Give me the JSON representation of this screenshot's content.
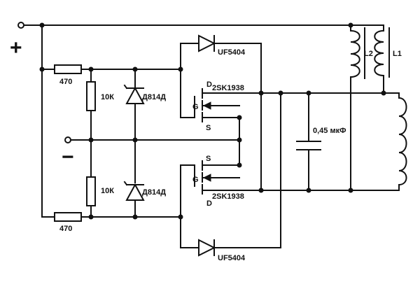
{
  "labels": {
    "plus": "+",
    "minus": "−",
    "r_top": "470",
    "r_bottom": "470",
    "rv_top": "10К",
    "rv_bottom": "10К",
    "zener_top": "Д814Д",
    "zener_bottom": "Д814Д",
    "diode_top": "UF5404",
    "diode_bottom": "UF5404",
    "mosfet_top": "2SK1938",
    "mosfet_bottom": "2SK1938",
    "cap": "0,45 мкФ",
    "l1": "L1",
    "l2": "L2",
    "pin_d_top": "D",
    "pin_g_top": "G",
    "pin_s_top": "S",
    "pin_s_bot": "S",
    "pin_g_bot": "G",
    "pin_d_bot": "D"
  }
}
